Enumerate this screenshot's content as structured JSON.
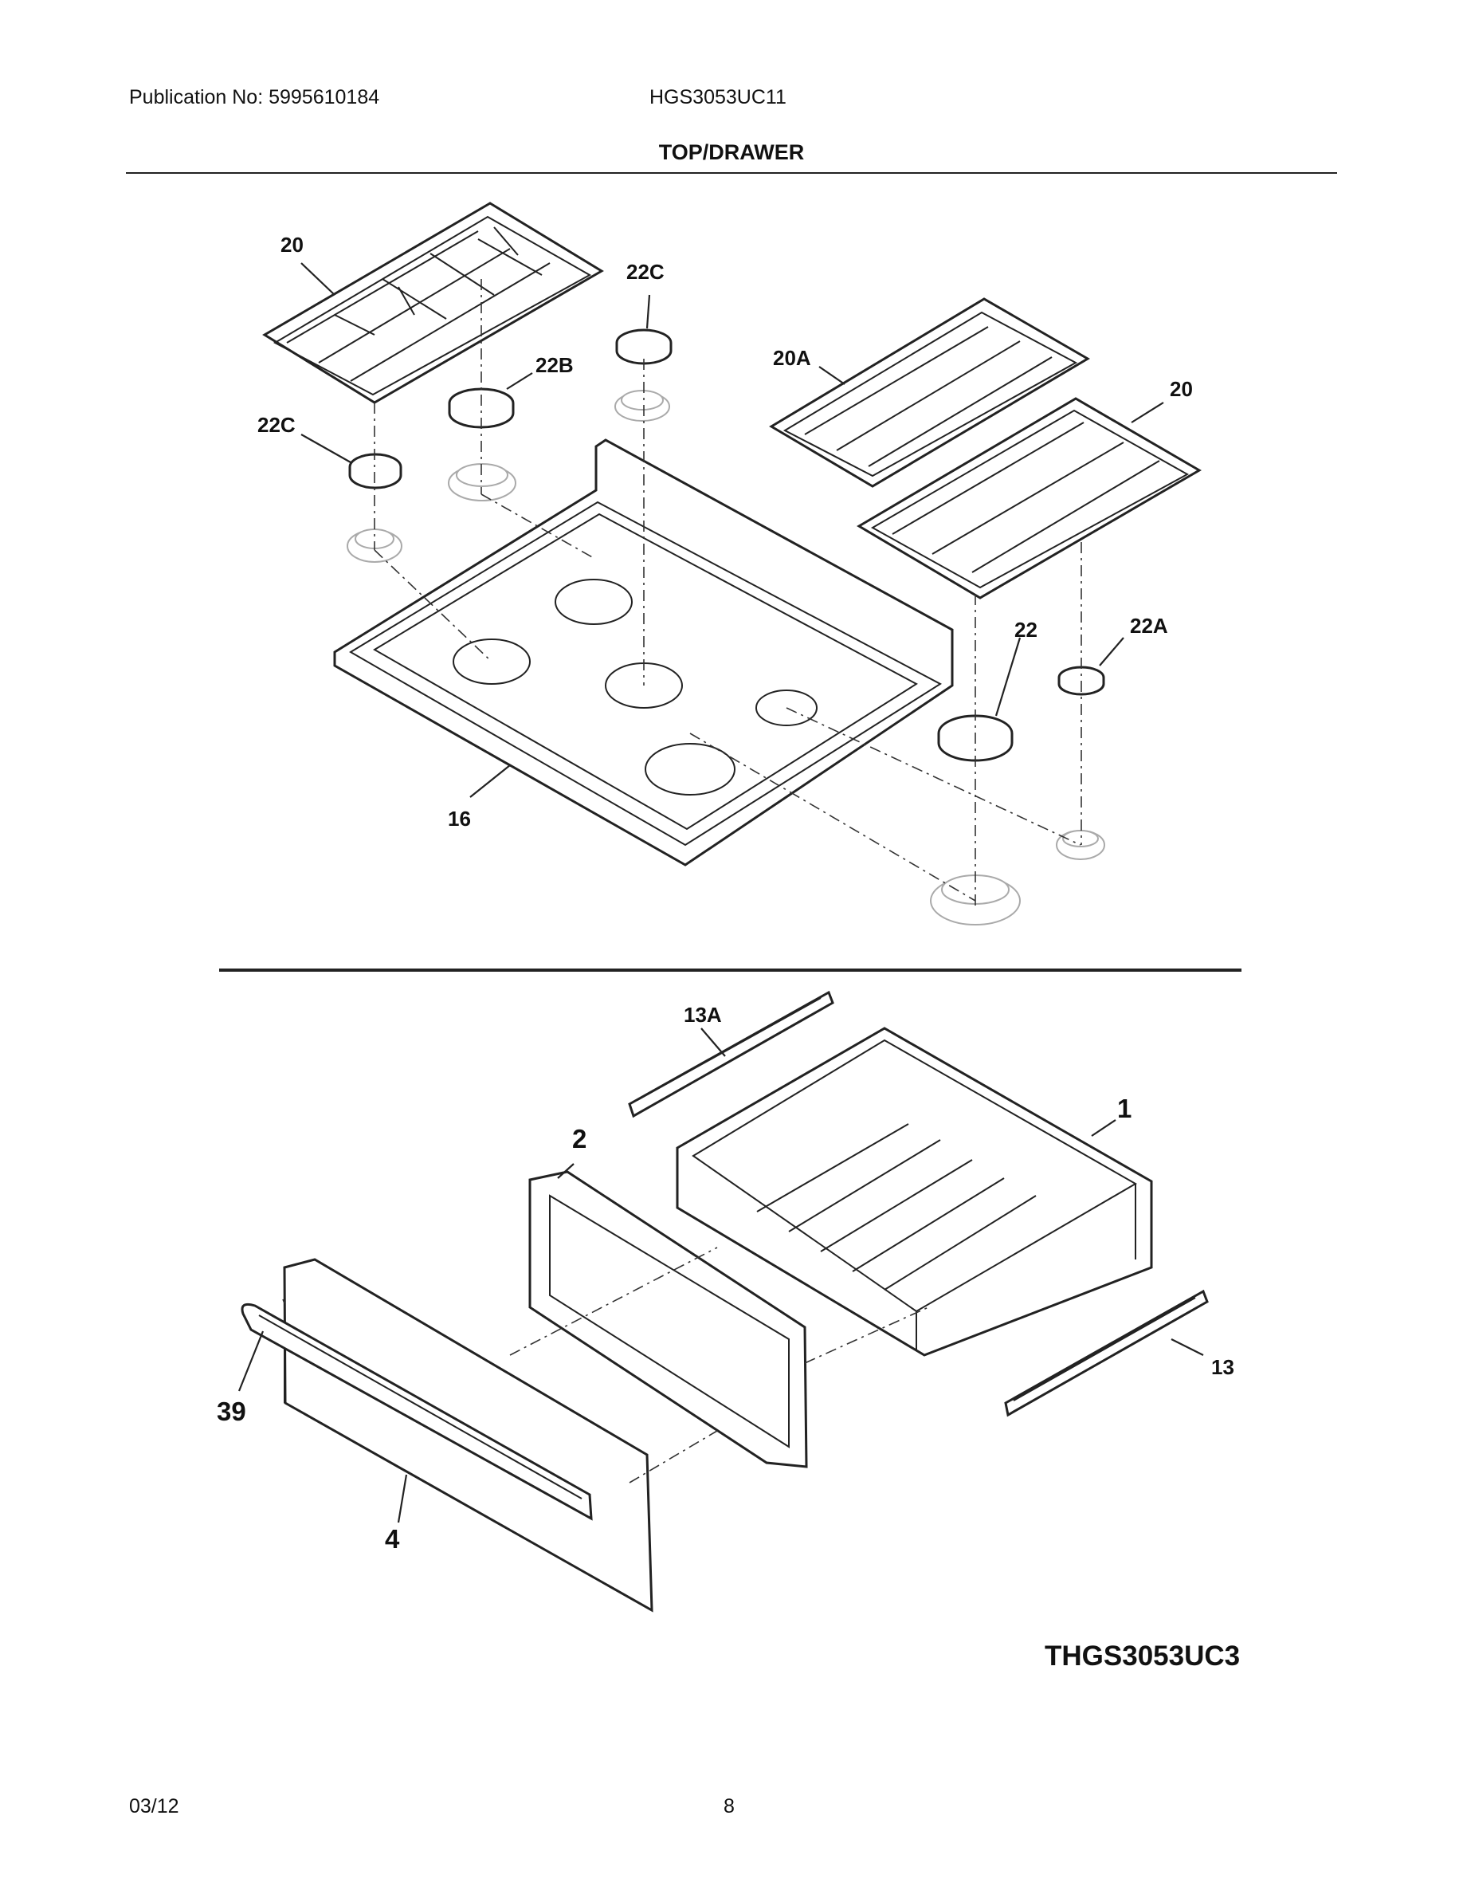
{
  "header": {
    "publication": "Publication No: 5995610184",
    "model": "HGS3053UC11",
    "section_title": "TOP/DRAWER"
  },
  "callouts": {
    "c20_left": "20",
    "c22c_top": "22C",
    "c22b": "22B",
    "c22c_left": "22C",
    "c20a": "20A",
    "c20_right": "20",
    "c22": "22",
    "c22a": "22A",
    "c16": "16",
    "c13a": "13A",
    "c1": "1",
    "c2": "2",
    "c39": "39",
    "c13": "13",
    "c4": "4"
  },
  "diagram_code": "THGS3053UC3",
  "footer": {
    "date": "03/12",
    "page": "8"
  }
}
